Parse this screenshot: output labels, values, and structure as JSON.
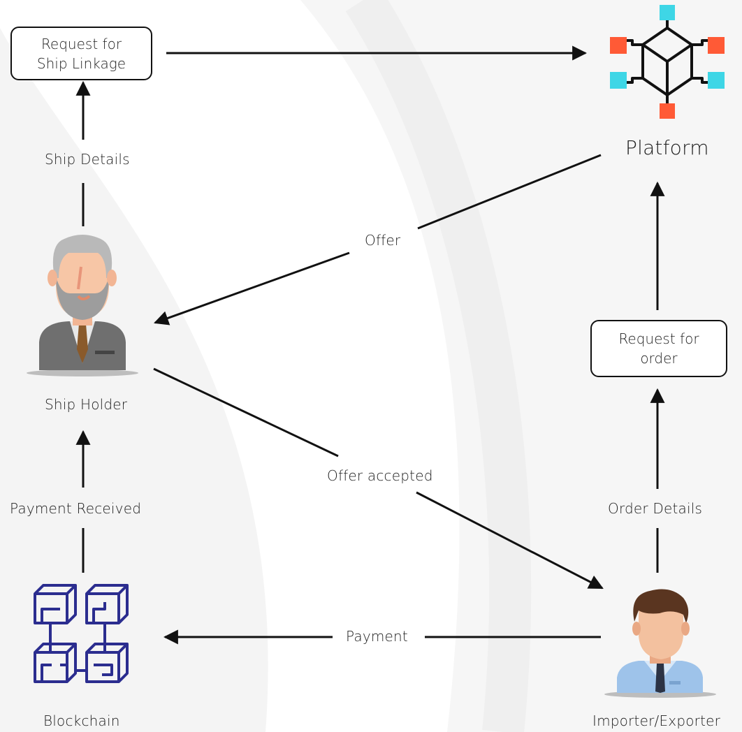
{
  "nodes": {
    "request_ship_linkage": [
      "Request for",
      "Ship Linkage"
    ],
    "platform": "Platform",
    "ship_holder": "Ship Holder",
    "request_order": [
      "Request for",
      "order"
    ],
    "blockchain": "Blockchain",
    "importer_exporter": "Importer/Exporter"
  },
  "edges": {
    "ship_details": "Ship Details",
    "offer": "Offer",
    "offer_accepted": "Offer accepted",
    "payment_received": "Payment Received",
    "order_details": "Order Details",
    "payment": "Payment"
  },
  "icons": {
    "platform": "network-cube-icon",
    "ship_holder": "businessman-avatar-icon",
    "blockchain": "blockchain-cubes-icon",
    "importer_exporter": "person-avatar-icon"
  },
  "colors": {
    "accent_orange": "#FF5A36",
    "accent_cyan": "#3ED6E6",
    "blockchain_blue": "#2B2D8F",
    "line": "#111111"
  }
}
